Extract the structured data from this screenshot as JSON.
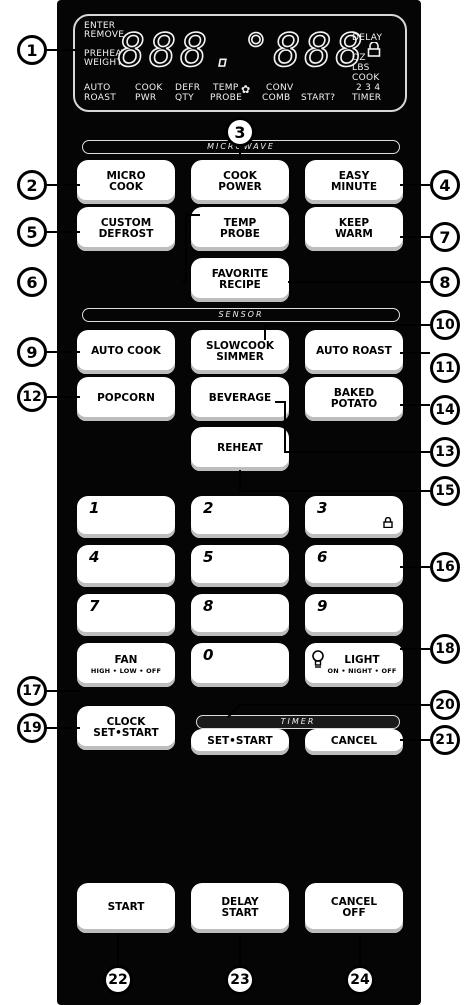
{
  "display": {
    "digits": "888.°888",
    "left_ann": [
      "ENTER",
      "REMOVE",
      "PREHEAT",
      "WEIGHT"
    ],
    "bottom_ann": [
      "AUTO",
      "ROAST",
      "COOK",
      "PWR",
      "DEFR",
      "QTY",
      "TEMP",
      "PROBE",
      "CONV",
      "COMB",
      "START?"
    ],
    "right_ann": [
      "DELAY",
      "OZ",
      "LBS",
      "COOK",
      "2 3 4",
      "TIMER"
    ]
  },
  "bands": {
    "microwave": "MICROWAVE",
    "sensor": "SENSOR",
    "timer": "TIMER"
  },
  "buttons": {
    "micro_cook": "MICRO\nCOOK",
    "cook_power": "COOK\nPOWER",
    "easy_minute": "EASY\nMINUTE",
    "custom_defrost": "CUSTOM\nDEFROST",
    "temp_probe": "TEMP\nPROBE",
    "keep_warm": "KEEP\nWARM",
    "favorite_recipe": "FAVORITE\nRECIPE",
    "auto_cook": "AUTO COOK",
    "slowcook_simmer": "SLOWCOOK\nSIMMER",
    "auto_roast": "AUTO ROAST",
    "popcorn": "POPCORN",
    "beverage": "BEVERAGE",
    "baked_potato": "BAKED\nPOTATO",
    "reheat": "REHEAT",
    "fan": "FAN",
    "fan_sub": "HIGH • LOW • OFF",
    "light": "LIGHT",
    "light_sub": "ON • NIGHT • OFF",
    "clock": "CLOCK\nSET•START",
    "timer_set_start": "SET•START",
    "timer_cancel": "CANCEL",
    "start": "START",
    "delay_start": "DELAY\nSTART",
    "cancel_off": "CANCEL\nOFF"
  },
  "digits": [
    "1",
    "2",
    "3",
    "4",
    "5",
    "6",
    "7",
    "8",
    "9",
    "0"
  ],
  "callouts": [
    "1",
    "2",
    "3",
    "4",
    "5",
    "6",
    "7",
    "8",
    "9",
    "10",
    "11",
    "12",
    "13",
    "14",
    "15",
    "16",
    "17",
    "18",
    "19",
    "20",
    "21",
    "22",
    "23",
    "24"
  ]
}
